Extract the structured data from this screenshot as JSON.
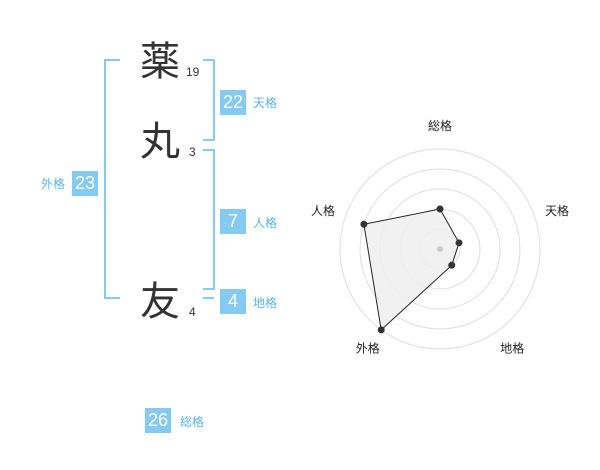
{
  "name": {
    "chars": [
      {
        "char": "薬",
        "strokes": "19"
      },
      {
        "char": "丸",
        "strokes": "3"
      },
      {
        "char": "友",
        "strokes": "4"
      }
    ]
  },
  "fortune": {
    "tenkaku": {
      "value": "22",
      "label": "天格"
    },
    "jinkaku": {
      "value": "7",
      "label": "人格"
    },
    "chikaku": {
      "value": "4",
      "label": "地格"
    },
    "gaikaku": {
      "value": "23",
      "label": "外格"
    },
    "soukaku": {
      "value": "26",
      "label": "総格"
    }
  },
  "colors": {
    "bracket": "#84caf3",
    "badge": "#84caf3",
    "label": "#5bb2ea",
    "grid": "#dddddd",
    "fill": "#efefef",
    "line": "#222222"
  },
  "chart_data": {
    "type": "radar",
    "axes": [
      "総格",
      "天格",
      "地格",
      "外格",
      "人格"
    ],
    "values": [
      2,
      1,
      1,
      5,
      4
    ],
    "range": [
      0,
      5
    ],
    "rings": 5
  }
}
